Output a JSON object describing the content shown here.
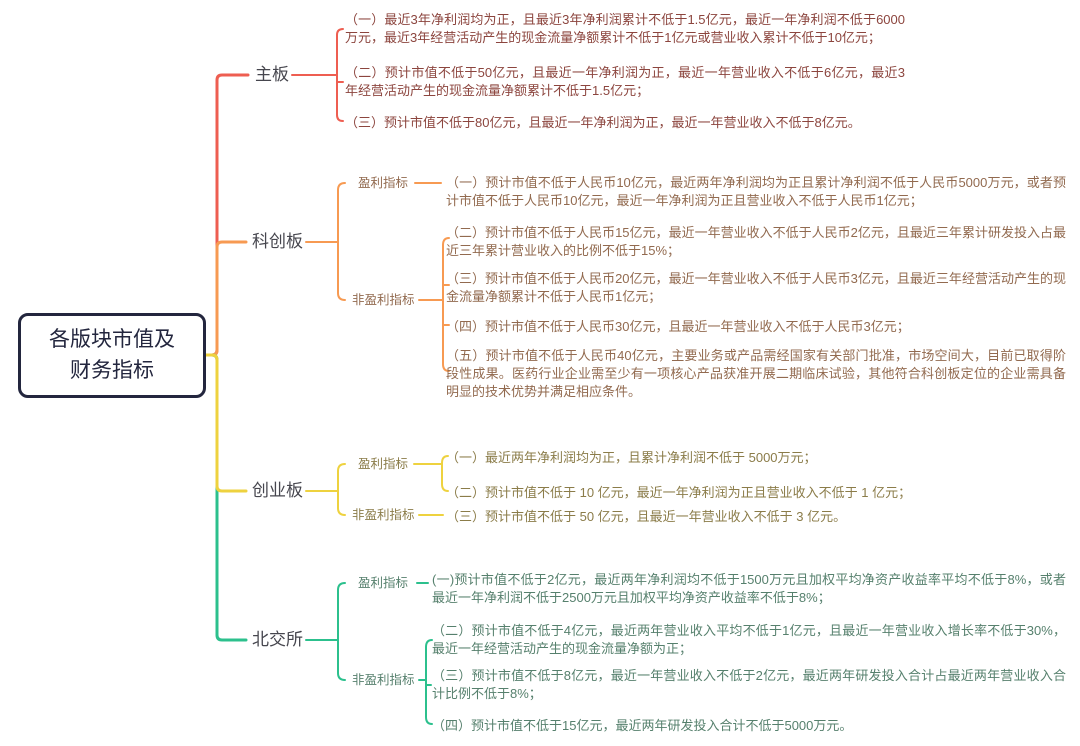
{
  "root_node": {
    "title": "各版块市值及\n财务指标"
  },
  "colors": {
    "main_board_line": "#ee5e51",
    "star_market_line": "#f79a52",
    "chinext_line": "#eed23f",
    "bse_line": "#2cc08d",
    "main_board_text": "#8c453e",
    "star_market_text": "#926a4f",
    "chinext_text": "#8b7c49",
    "bse_text": "#56806d",
    "root_border": "#23263e",
    "topic_text": "#46464e"
  },
  "branches": {
    "main_board": {
      "label": "主板",
      "items": [
        "（一）最近3年净利润均为正，且最近3年净利润累计不低于1.5亿元，最近一年净利润不低于6000万元，最近3年经营活动产生的现金流量净额累计不低于1亿元或营业收入累计不低于10亿元；",
        "（二）预计市值不低于50亿元，且最近一年净利润为正，最近一年营业收入不低于6亿元，最近3年经营活动产生的现金流量净额累计不低于1.5亿元；",
        "（三）预计市值不低于80亿元，且最近一年净利润为正，最近一年营业收入不低于8亿元。"
      ]
    },
    "star_market": {
      "label": "科创板",
      "profit_label": "盈利指标",
      "nonprofit_label": "非盈利指标",
      "profit_items": [
        "（一）预计市值不低于人民币10亿元，最近两年净利润均为正且累计净利润不低于人民币5000万元，或者预计市值不低于人民币10亿元，最近一年净利润为正且营业收入不低于人民币1亿元；"
      ],
      "nonprofit_items": [
        "（二）预计市值不低于人民币15亿元，最近一年营业收入不低于人民币2亿元，且最近三年累计研发投入占最近三年累计营业收入的比例不低于15%；",
        "（三）预计市值不低于人民币20亿元，最近一年营业收入不低于人民币3亿元，且最近三年经营活动产生的现金流量净额累计不低于人民币1亿元；",
        "（四）预计市值不低于人民币30亿元，且最近一年营业收入不低于人民币3亿元；",
        "（五）预计市值不低于人民币40亿元，主要业务或产品需经国家有关部门批准，市场空间大，目前已取得阶段性成果。医药行业企业需至少有一项核心产品获准开展二期临床试验，其他符合科创板定位的企业需具备明显的技术优势并满足相应条件。"
      ]
    },
    "chinext": {
      "label": "创业板",
      "profit_label": "盈利指标",
      "nonprofit_label": "非盈利指标",
      "profit_items": [
        "（一）最近两年净利润均为正，且累计净利润不低于 5000万元；",
        "（二）预计市值不低于 10 亿元，最近一年净利润为正且营业收入不低于 1 亿元；"
      ],
      "nonprofit_items": [
        "（三）预计市值不低于 50 亿元，且最近一年营业收入不低于 3 亿元。"
      ]
    },
    "bse": {
      "label": "北交所",
      "profit_label": "盈利指标",
      "nonprofit_label": "非盈利指标",
      "profit_items": [
        "(一)预计市值不低于2亿元，最近两年净利润均不低于1500万元且加权平均净资产收益率平均不低于8%，或者最近一年净利润不低于2500万元且加权平均净资产收益率不低于8%；",
        "（二）预计市值不低于4亿元，最近两年营业收入平均不低于1亿元，且最近一年营业收入增长率不低于30%，最近一年经营活动产生的现金流量净额为正；"
      ],
      "nonprofit_items": [
        "（三）预计市值不低于8亿元，最近一年营业收入不低于2亿元，最近两年研发投入合计占最近两年营业收入合计比例不低于8%；",
        "（四）预计市值不低于15亿元，最近两年研发投入合计不低于5000万元。"
      ]
    }
  }
}
